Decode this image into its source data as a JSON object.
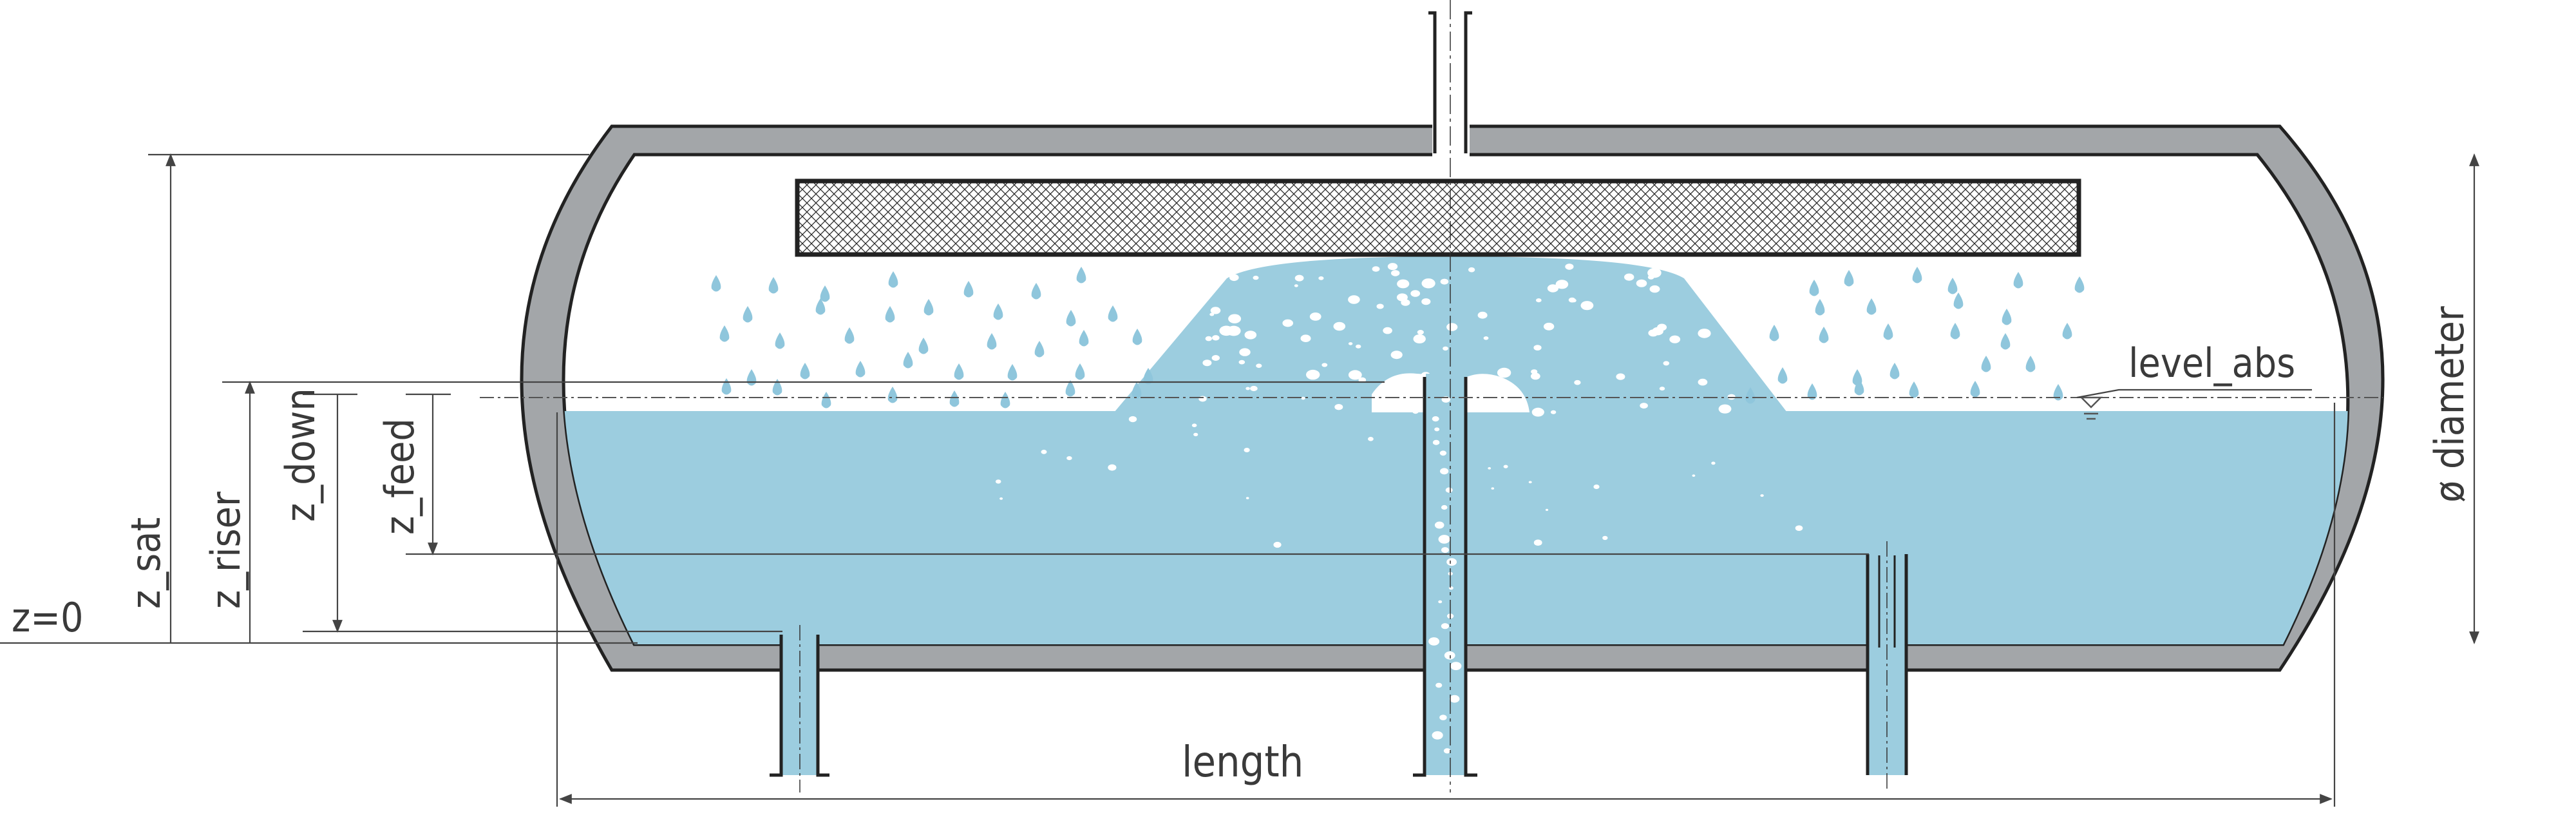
{
  "labels": {
    "z0": "z=0",
    "z_sat": "z_sat",
    "z_riser": "z_riser",
    "z_down": "z_down",
    "z_feed": "z_feed",
    "level_abs": "level_abs",
    "diameter": "ø diameter",
    "length": "length"
  },
  "colors": {
    "shell_fill": "#a3a6a9",
    "outline": "#222222",
    "liquid": "#9ccddf",
    "droplet": "#8fc6dc",
    "dimension": "#444444",
    "text": "#3a3a3a"
  }
}
